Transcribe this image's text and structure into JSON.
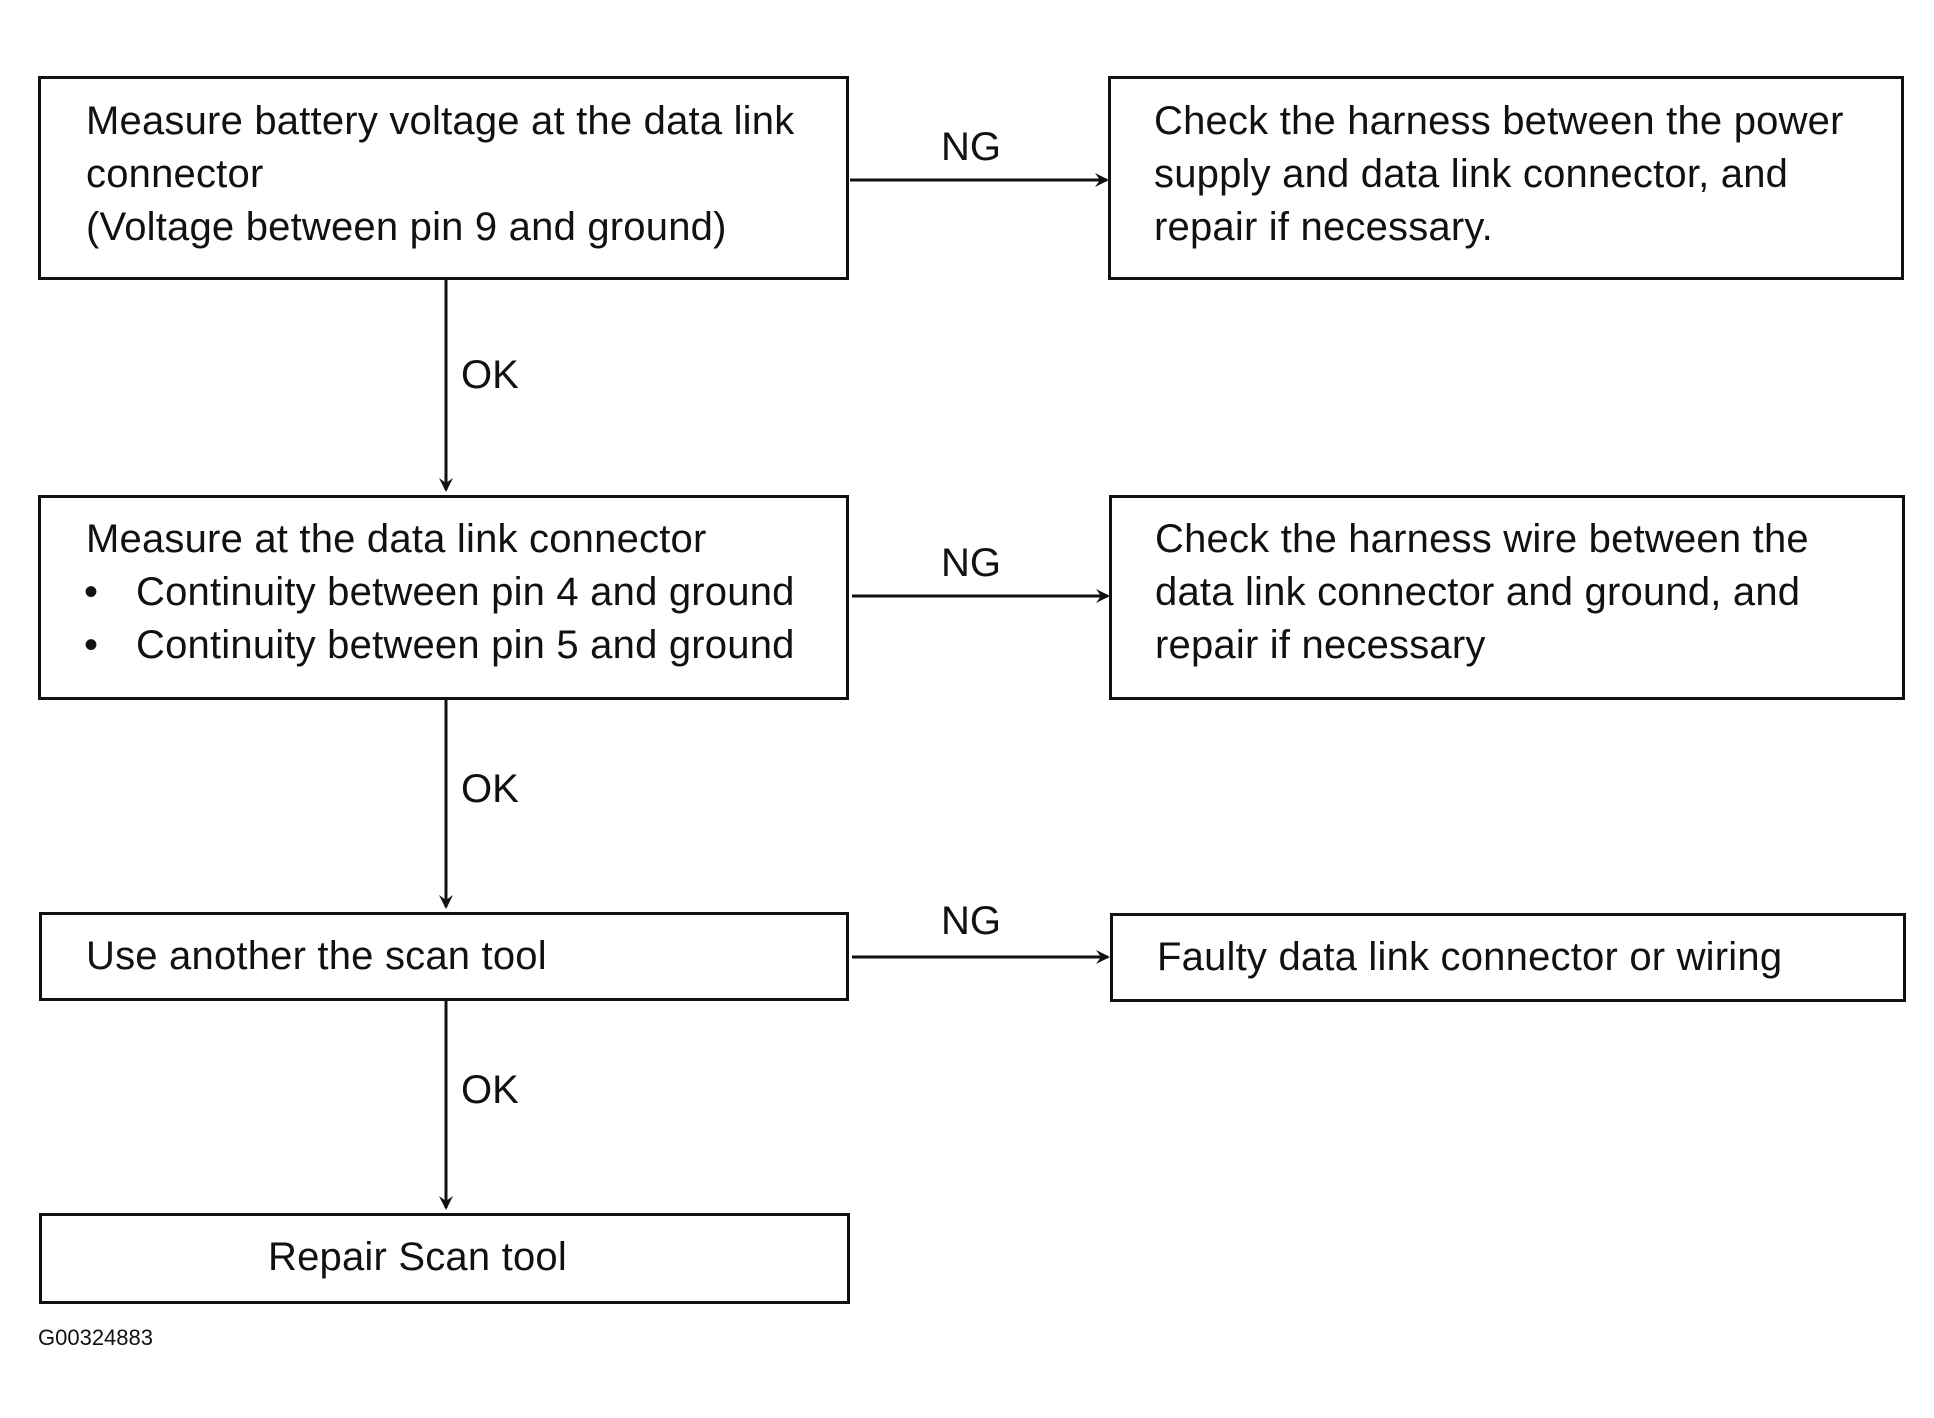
{
  "steps": [
    {
      "lines": [
        "Measure battery voltage at the data link",
        "connector",
        "(Voltage between pin 9 and ground)"
      ],
      "ok_label": "OK",
      "ng_label": "NG",
      "ng_lines": [
        "Check the harness between the power",
        "supply and data link connector, and",
        "repair if necessary."
      ]
    },
    {
      "lines": [
        "Measure at the data link connector"
      ],
      "bullets": [
        "Continuity between pin 4 and ground",
        "Continuity between pin 5 and ground"
      ],
      "ok_label": "OK",
      "ng_label": "NG",
      "ng_lines": [
        "Check the harness wire between the",
        "data link connector and ground, and",
        "repair if necessary"
      ]
    },
    {
      "lines": [
        "Use another the scan tool"
      ],
      "ok_label": "OK",
      "ng_label": "NG",
      "ng_lines": [
        "Faulty data link connector or wiring"
      ]
    },
    {
      "lines": [
        "Repair Scan tool"
      ]
    }
  ],
  "figure_id": "G00324883"
}
